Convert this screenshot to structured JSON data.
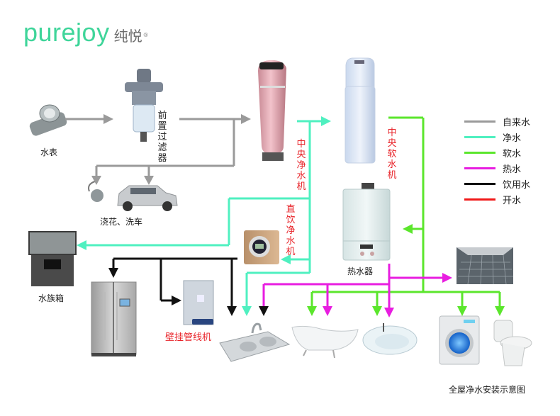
{
  "brand": {
    "name_en": "purejoy",
    "name_cn": "纯悦",
    "registered_mark": "®",
    "color": "#3fd59a"
  },
  "components": {
    "water_meter": "水表",
    "pre_filter": "前置过滤器",
    "garden_car": "浇花、洗车",
    "central_purifier": "中央净水机",
    "central_softener": "中央软水机",
    "direct_drink_purifier": "直饮净水机",
    "water_heater": "热水器",
    "aquarium": "水族箱",
    "wall_dispenser": "壁挂管线机"
  },
  "legend": [
    {
      "label": "自来水",
      "color": "#9a9a9a"
    },
    {
      "label": "净水",
      "color": "#4ff0c0"
    },
    {
      "label": "软水",
      "color": "#5be62c"
    },
    {
      "label": "热水",
      "color": "#e81de0"
    },
    {
      "label": "饮用水",
      "color": "#111111"
    },
    {
      "label": "开水",
      "color": "#f01818"
    }
  ],
  "caption": "全屋净水安装示意图"
}
